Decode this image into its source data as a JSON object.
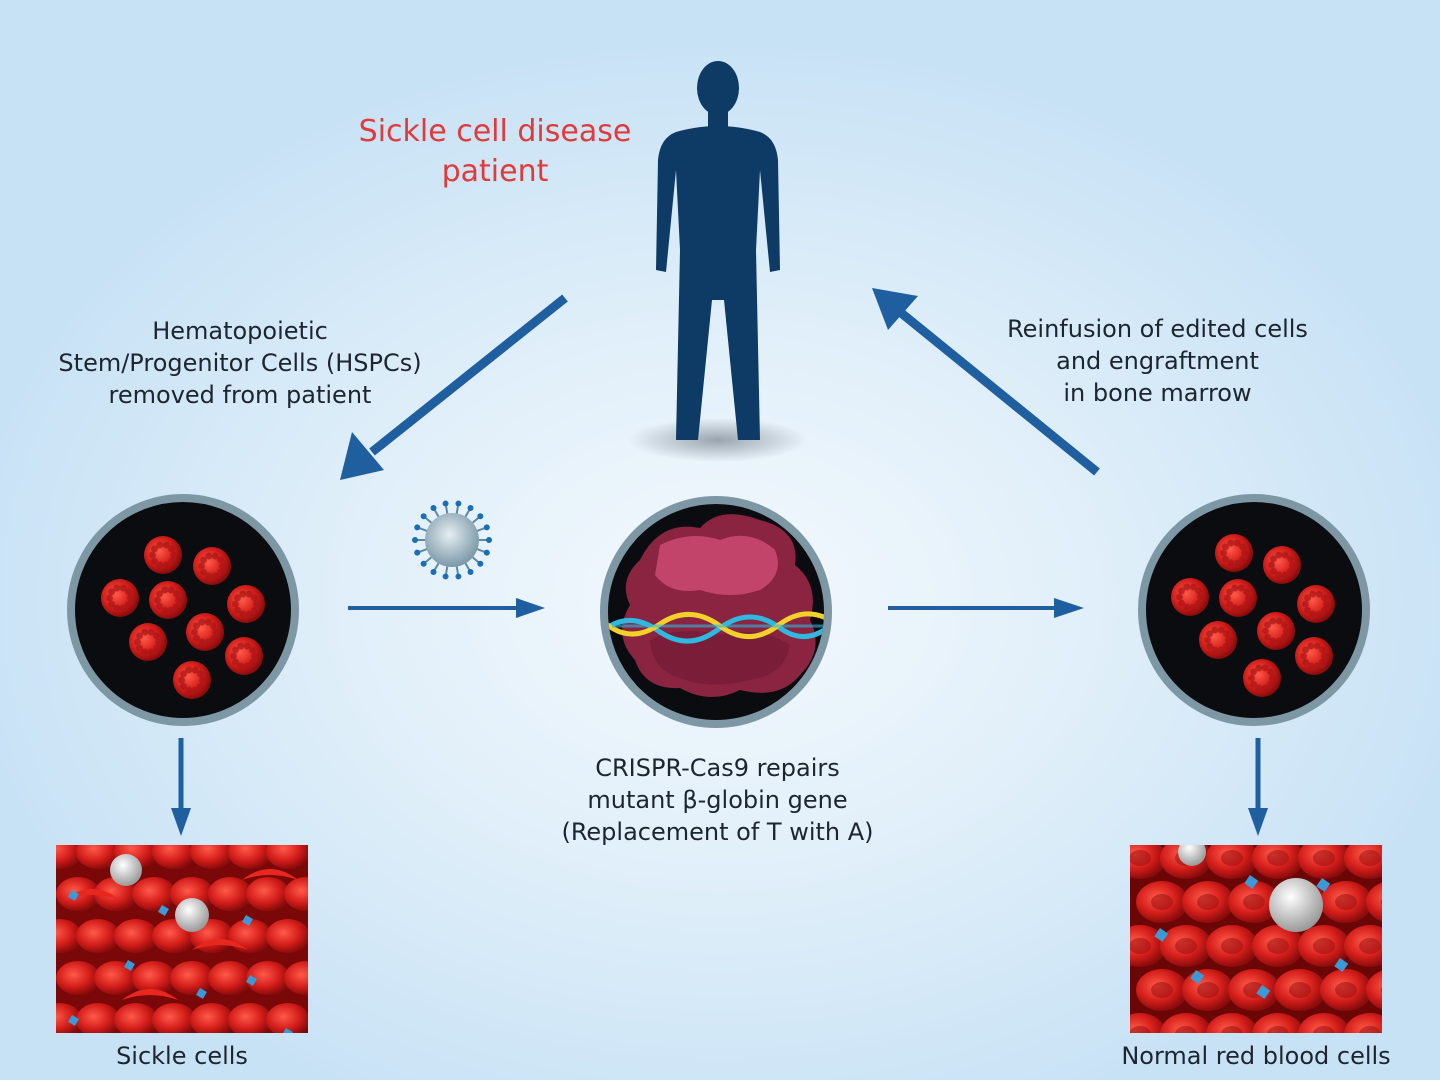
{
  "title_lines": [
    "Sickle cell disease",
    "patient"
  ],
  "steps": {
    "removal_lines": [
      "Hematopoietic",
      "Stem/Progenitor Cells (HSPCs)",
      "removed from patient"
    ],
    "reinfusion_lines": [
      "Reinfusion of edited cells",
      "and engraftment",
      "in bone marrow"
    ],
    "editing_lines": [
      "CRISPR-Cas9 repairs",
      "mutant β-globin gene",
      "(Replacement of T with A)"
    ]
  },
  "captions": {
    "sickle": "Sickle cells",
    "normal": "Normal red blood cells"
  },
  "colors": {
    "arrow": "#1f5fa0",
    "figure": "#0e3a66",
    "title": "#e23a3a",
    "cell_red": "#c81e1e",
    "dna_cyan": "#2fb8e0",
    "dna_yellow": "#f2d12a",
    "protein": "#a8304e"
  },
  "icons": [
    "human-figure-icon",
    "virus-icon",
    "dna-helix-icon",
    "cas9-protein-icon"
  ]
}
